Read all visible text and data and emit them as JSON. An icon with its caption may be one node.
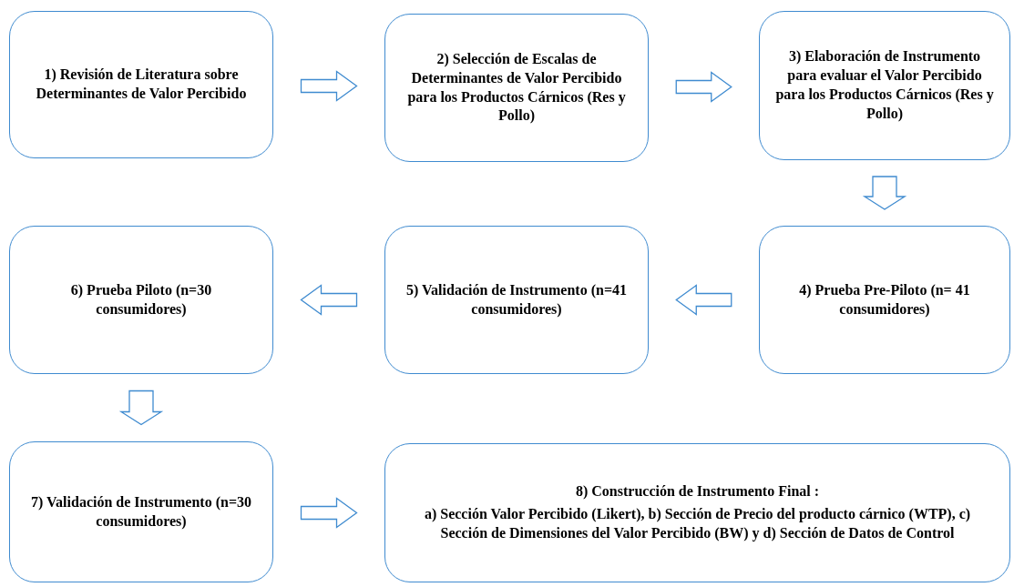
{
  "diagram": {
    "nodes": [
      {
        "text": [
          "1) Revisión de Literatura sobre Determinantes de Valor Percibido"
        ]
      },
      {
        "text": [
          "2) Selección de Escalas de Determinantes de Valor Percibido para los Productos Cárnicos (Res y Pollo)"
        ]
      },
      {
        "text": [
          "3) Elaboración de Instrumento para evaluar el Valor Percibido para los Productos Cárnicos (Res y Pollo)"
        ]
      },
      {
        "text": [
          "4) Prueba Pre-Piloto (n= 41 consumidores)"
        ]
      },
      {
        "text": [
          "5) Validación de Instrumento (n=41 consumidores)"
        ]
      },
      {
        "text": [
          "6) Prueba Piloto (n=30 consumidores)"
        ]
      },
      {
        "text": [
          "7) Validación de Instrumento (n=30 consumidores)"
        ]
      },
      {
        "text": [
          "8) Construcción de Instrumento Final :",
          "a) Sección Valor Percibido (Likert), b) Sección de Precio del producto cárnico (WTP), c) Sección de Dimensiones del Valor Percibido (BW) y d) Sección de Datos de Control"
        ]
      }
    ],
    "edges": [
      {
        "from": 0,
        "to": 1,
        "arrow": "to"
      },
      {
        "from": 1,
        "to": 2,
        "arrow": "to"
      },
      {
        "from": 2,
        "to": 3,
        "arrow": "to"
      },
      {
        "from": 3,
        "to": 4,
        "arrow": "to"
      },
      {
        "from": 4,
        "to": 5,
        "arrow": "to"
      },
      {
        "from": 5,
        "to": 6,
        "arrow": "to"
      },
      {
        "from": 6,
        "to": 7,
        "arrow": "to"
      }
    ]
  }
}
